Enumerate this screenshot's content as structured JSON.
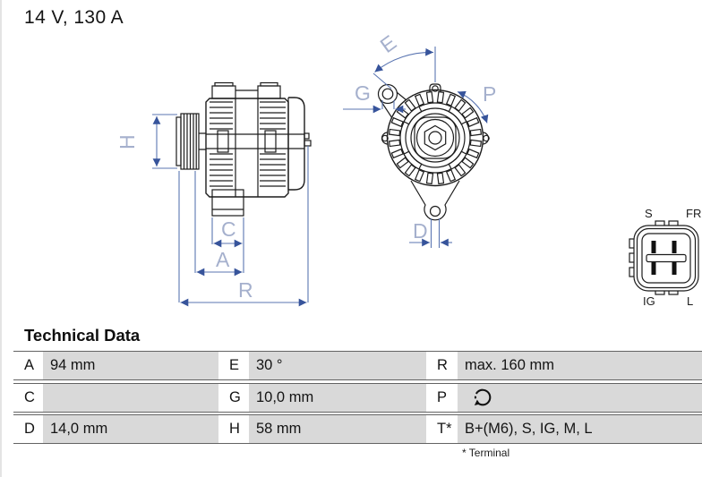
{
  "spec": "14 V, 130 A",
  "drawing": {
    "side_view": {
      "dim_h": "H",
      "dim_c": "C",
      "dim_a": "A",
      "dim_r": "R"
    },
    "front_view": {
      "dim_e": "E",
      "dim_g": "G",
      "dim_p": "P",
      "dim_d": "D"
    },
    "connector": {
      "pin_top_left": "S",
      "pin_top_right": "FR",
      "pin_bottom_left": "IG",
      "pin_bottom_right": "L"
    }
  },
  "technical_data": {
    "title": "Technical Data",
    "rows": [
      {
        "c1_key": "A",
        "c1_val": "94 mm",
        "c2_key": "E",
        "c2_val": "30 °",
        "c3_key": "R",
        "c3_val": "max. 160 mm"
      },
      {
        "c1_key": "C",
        "c1_val": "",
        "c2_key": "G",
        "c2_val": "10,0 mm",
        "c3_key": "P",
        "c3_val": ""
      },
      {
        "c1_key": "D",
        "c1_val": "14,0 mm",
        "c2_key": "H",
        "c2_val": "58 mm",
        "c3_key": "T*",
        "c3_val": "B+(M6), S, IG, M, L"
      }
    ],
    "footnote": "* Terminal"
  },
  "icons": {
    "p_row_icon": "counterclockwise-rotation-arrow"
  },
  "colors": {
    "dimension_blue": "#5b76b2",
    "dimension_label": "#a5b0cd",
    "drawing_ink": "#1c1c1c",
    "table_cell_gray": "#d9d9d9",
    "table_border": "#636363"
  }
}
